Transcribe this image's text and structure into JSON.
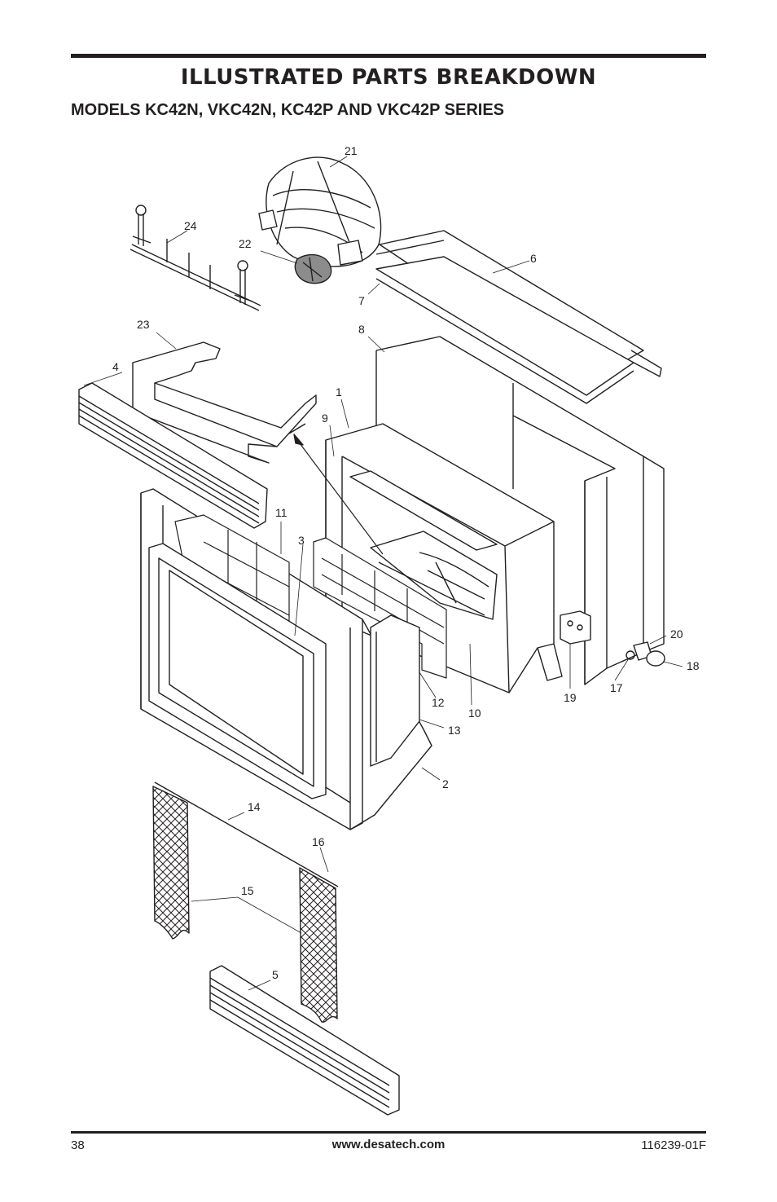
{
  "header": {
    "title": "ILLUSTRATED PARTS BREAKDOWN",
    "subtitle": "MODELS KC42N, VKC42N, KC42P AND VKC42P SERIES"
  },
  "callouts": [
    "1",
    "2",
    "3",
    "4",
    "5",
    "6",
    "7",
    "8",
    "9",
    "10",
    "11",
    "12",
    "13",
    "14",
    "15",
    "16",
    "17",
    "18",
    "19",
    "20",
    "21",
    "22",
    "23",
    "24"
  ],
  "footer": {
    "page_number": "38",
    "website": "www.desatech.com",
    "document_number": "116239-01F"
  }
}
